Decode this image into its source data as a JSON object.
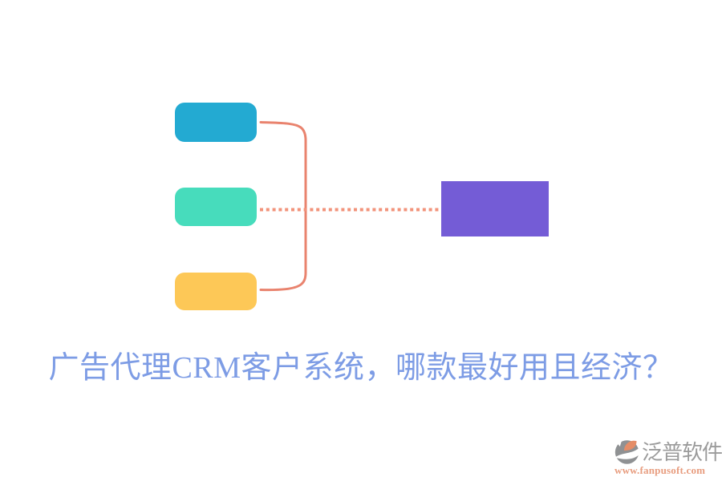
{
  "title": {
    "text": "广告代理CRM客户系统，哪款最好用且经济？",
    "color": "#7d9ce5"
  },
  "diagram": {
    "nodes": [
      {
        "name": "source-top",
        "color": "#23aad2"
      },
      {
        "name": "source-middle",
        "color": "#47dcbc"
      },
      {
        "name": "source-bottom",
        "color": "#fdc857"
      },
      {
        "name": "target",
        "color": "#745cd6"
      }
    ],
    "bracket_color": "#e9836e",
    "dotted_color": "#f2937b"
  },
  "watermark": {
    "brand": "泛普软件",
    "url": "www.fanpusoft.com",
    "brand_color": "#9b9b9b",
    "url_color": "#e89d7f",
    "logo_gray": "#8f9193",
    "logo_orange": "#e58d67"
  }
}
